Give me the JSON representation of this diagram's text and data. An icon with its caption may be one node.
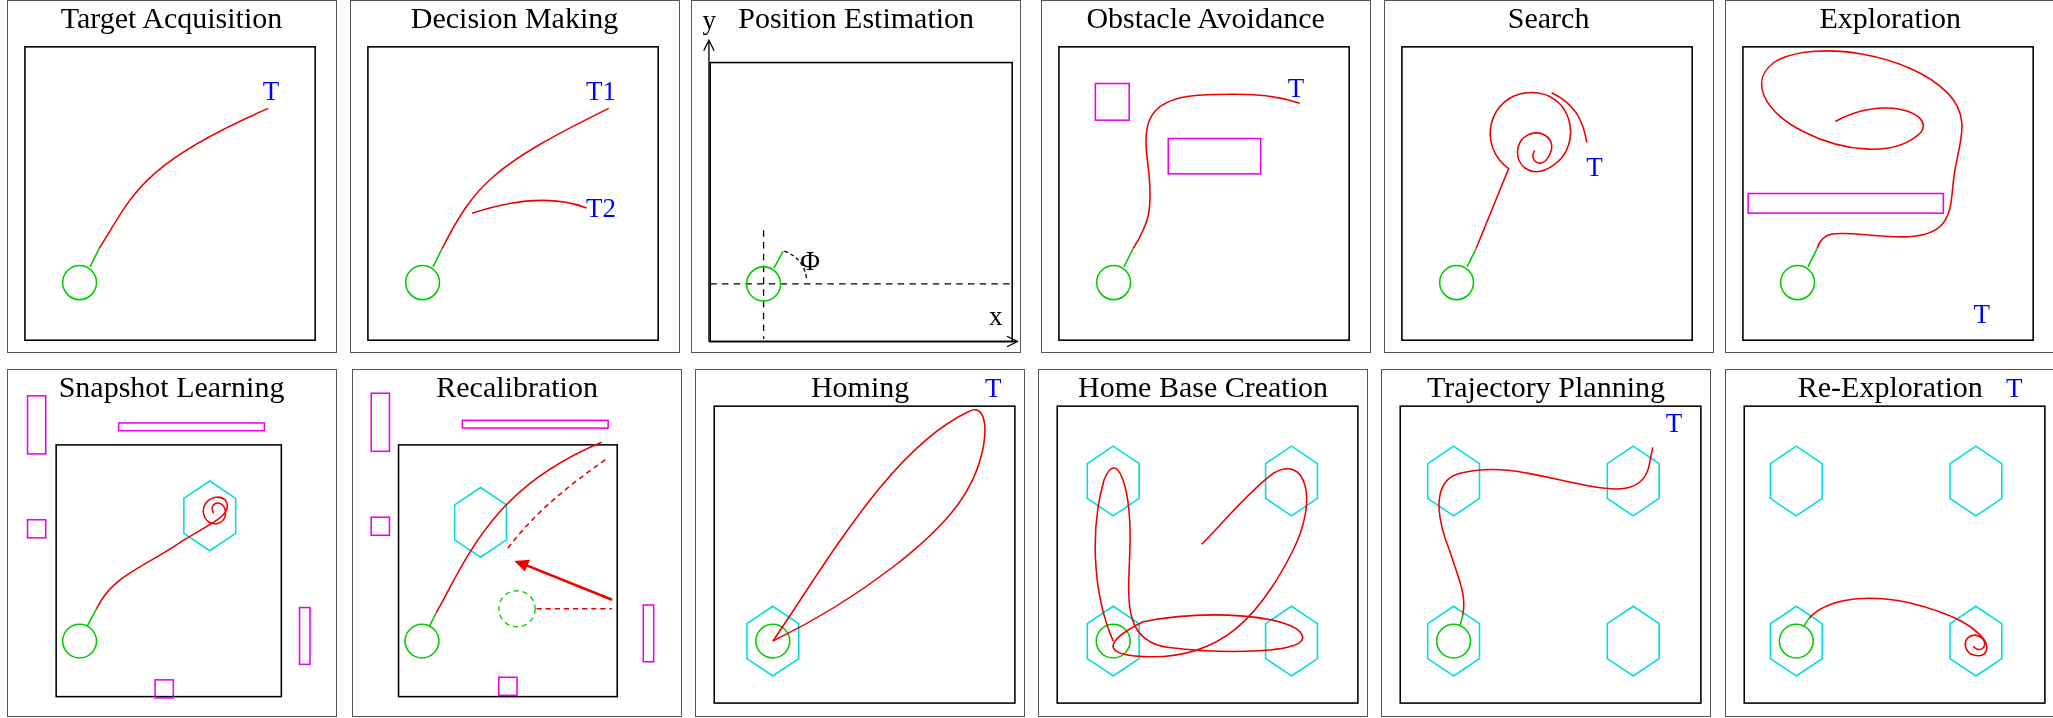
{
  "diagram": {
    "nodes": [
      {
        "text": [
          "Target Acquisition"
        ]
      },
      {
        "text": [
          "Decision Making"
        ]
      },
      {
        "text": [
          "Position Estimation"
        ]
      },
      {
        "text": [
          "Obstacle Avoidance"
        ]
      },
      {
        "text": [
          "Search"
        ]
      },
      {
        "text": [
          "Exploration"
        ]
      },
      {
        "text": [
          "Snapshot Learning"
        ]
      },
      {
        "text": [
          "Recalibration"
        ]
      },
      {
        "text": [
          "Homing"
        ]
      },
      {
        "text": [
          "Home Base Creation"
        ]
      },
      {
        "text": [
          "Trajectory Planning"
        ]
      },
      {
        "text": [
          "Re-Exploration"
        ]
      }
    ],
    "labels": [
      "T",
      "T1",
      "T2",
      "y",
      "Φ",
      "x",
      "T",
      "T",
      "T",
      "T",
      "T",
      "T"
    ]
  }
}
